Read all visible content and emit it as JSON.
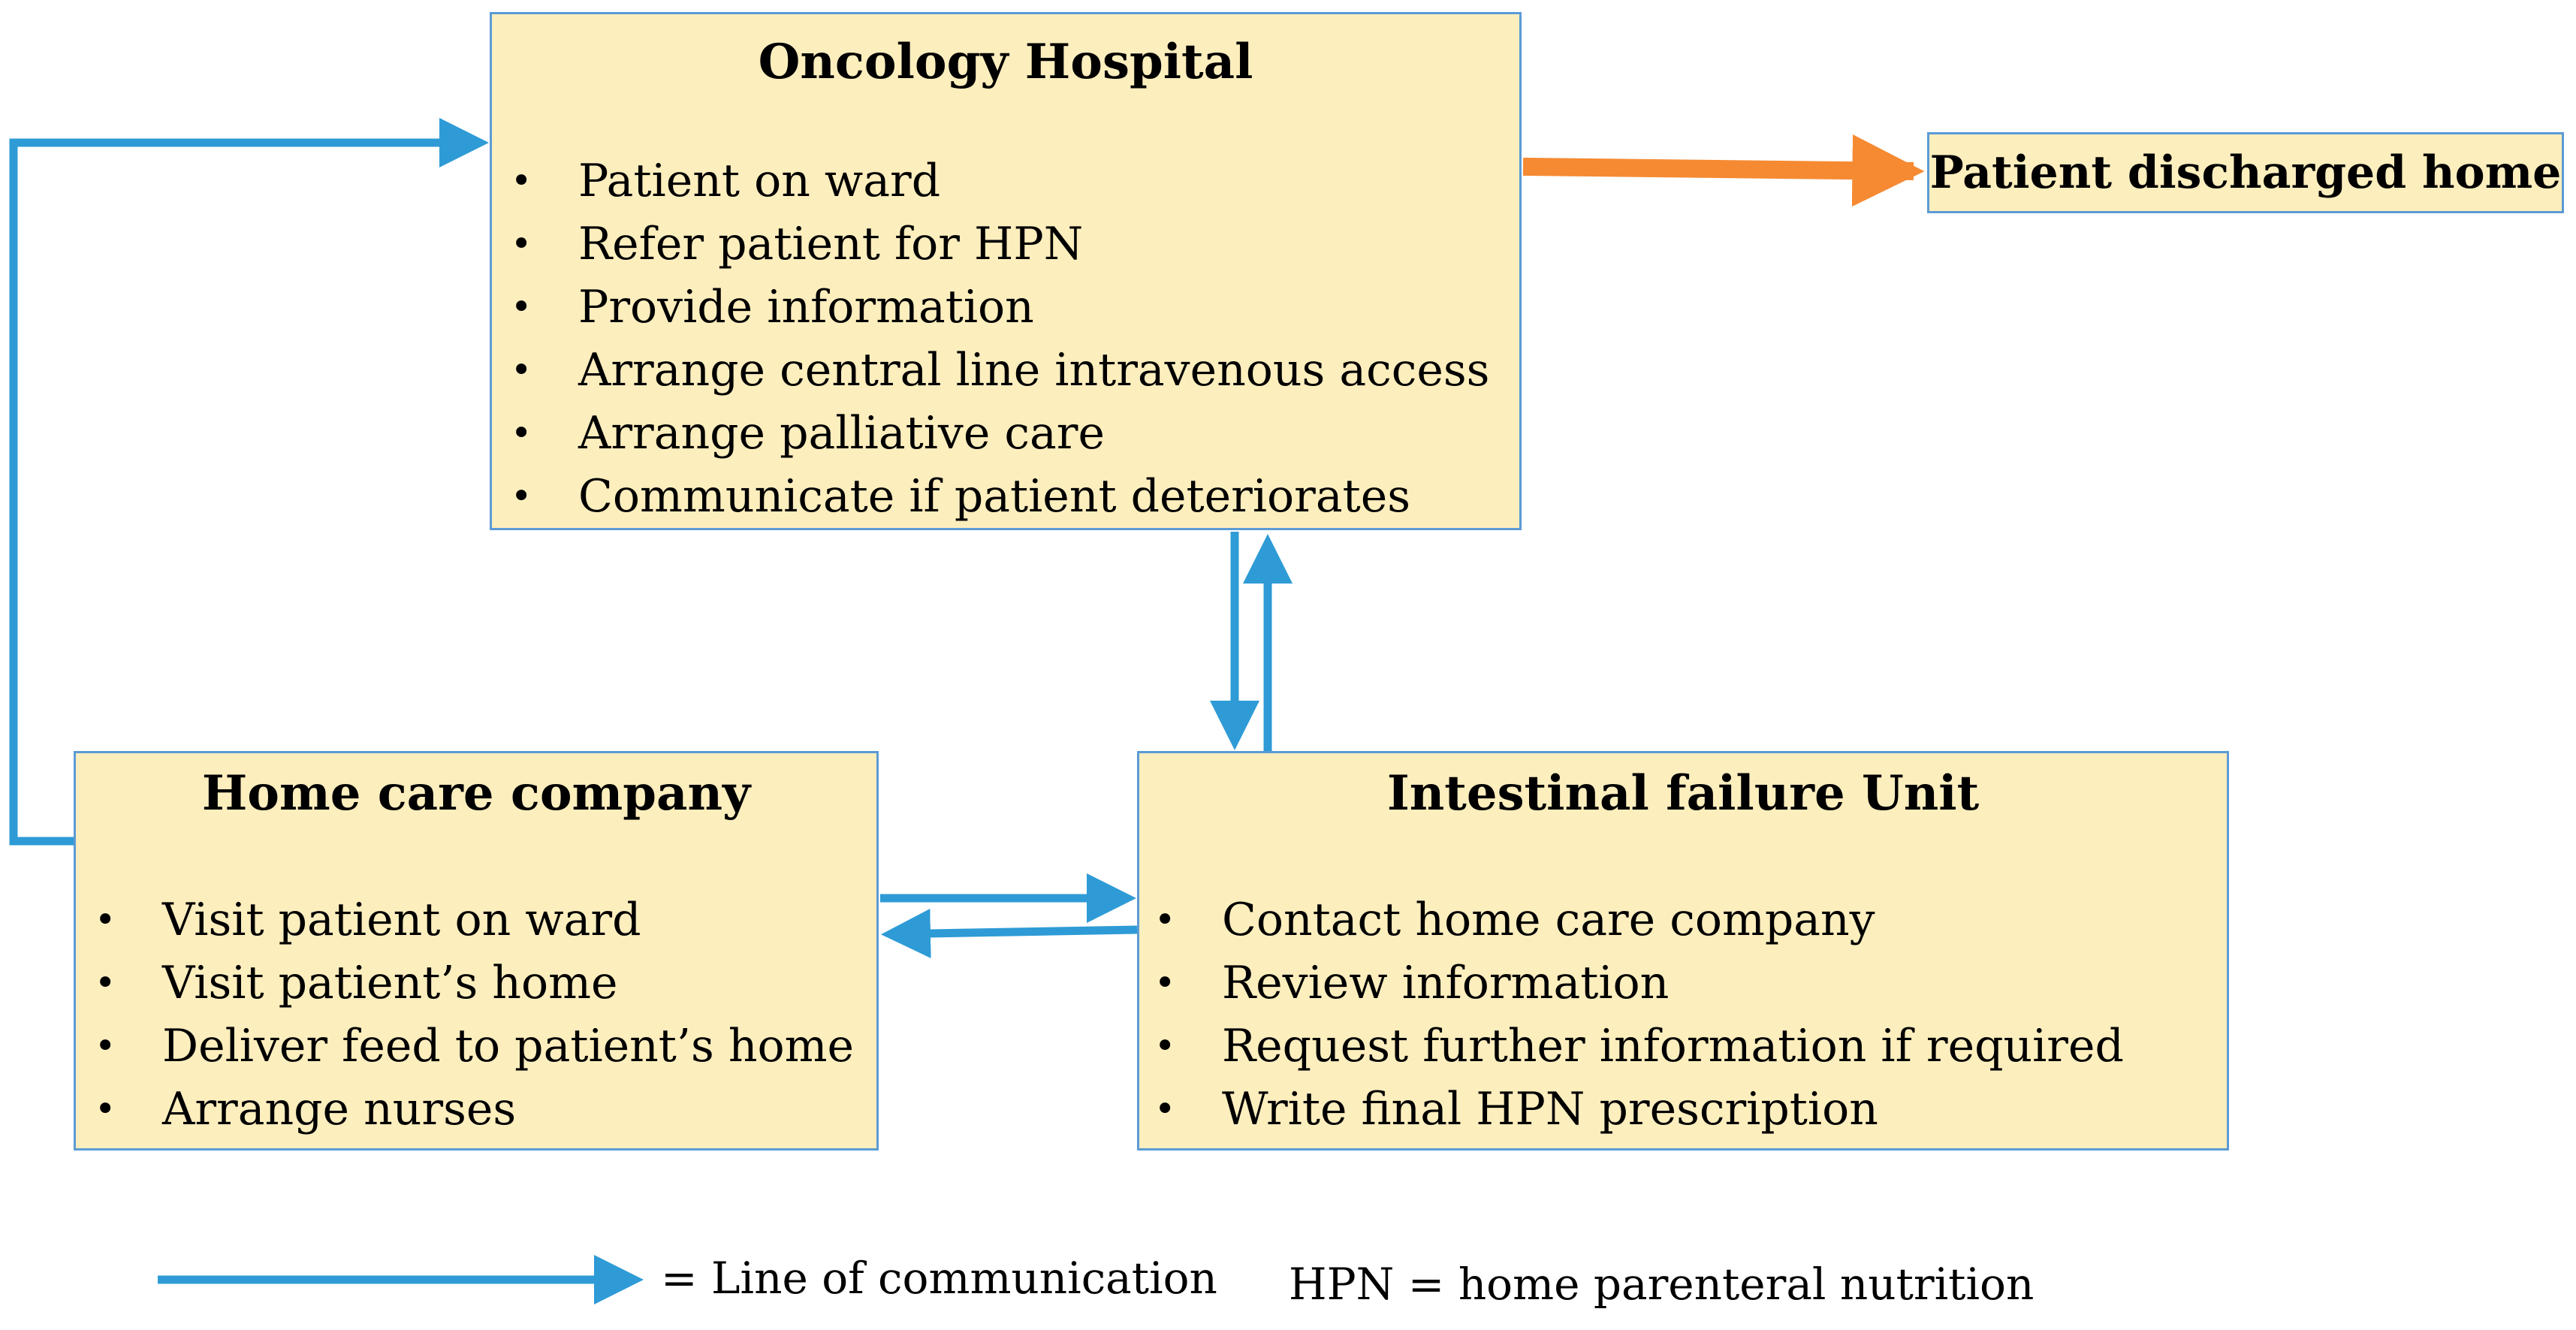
{
  "oncology": {
    "title": "Oncology Hospital",
    "items": [
      "Patient on ward",
      "Refer patient for HPN",
      "Provide information",
      "Arrange central line intravenous access",
      "Arrange palliative care",
      "Communicate if patient deteriorates"
    ]
  },
  "discharge": {
    "label": "Patient discharged home"
  },
  "home_care": {
    "title": "Home care company",
    "items": [
      "Visit patient on ward",
      "Visit patient’s home",
      "Deliver feed to patient’s home",
      "Arrange nurses"
    ]
  },
  "ifu": {
    "title": "Intestinal failure Unit",
    "items": [
      "Contact home care company",
      "Review information",
      "Request further information if required",
      "Write final HPN  prescription"
    ]
  },
  "legend": {
    "line_label": "= Line of communication",
    "abbreviation": "HPN = home parenteral nutrition"
  },
  "colors": {
    "box_fill": "#fdeebe",
    "box_border": "#5b9bd5",
    "communication_arrow": "#2e9bd6",
    "discharge_arrow": "#f58a32"
  }
}
